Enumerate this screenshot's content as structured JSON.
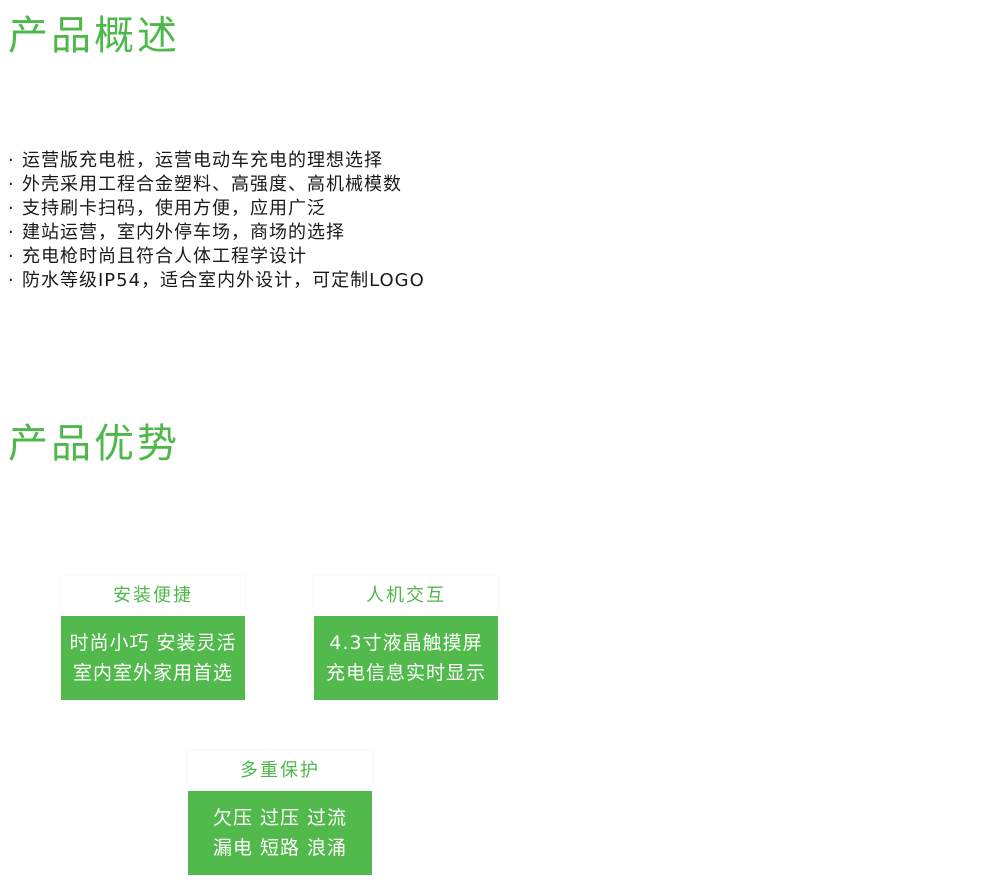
{
  "overview": {
    "title": "产品概述",
    "bullet_mark": "·",
    "items": [
      "运营版充电桩，运营电动车充电的理想选择",
      "外壳采用工程合金塑料、高强度、高机械模数",
      "支持刷卡扫码，使用方便，应用广泛",
      "建站运营，室内外停车场，商场的选择",
      "充电枪时尚且符合人体工程学设计",
      "防水等级IP54，适合室内外设计，可定制LOGO"
    ]
  },
  "advantages": {
    "title": "产品优势",
    "cards": [
      {
        "title": "安装便捷",
        "lines": [
          "时尚小巧 安装灵活",
          "室内室外家用首选"
        ]
      },
      {
        "title": "人机交互",
        "lines": [
          "4.3寸液晶触摸屏",
          "充电信息实时显示"
        ]
      },
      {
        "title": "多重保护",
        "lines": [
          "欠压 过压 过流",
          "漏电 短路 浪涌"
        ]
      }
    ]
  },
  "colors": {
    "accent_green": "#4fb84a",
    "card_green": "#52b94c",
    "text": "#1a1a1a"
  }
}
